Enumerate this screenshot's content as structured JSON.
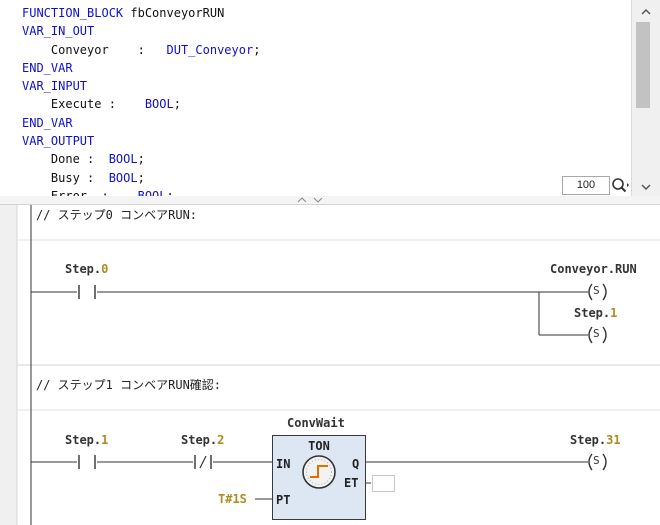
{
  "declaration": {
    "lines": [
      {
        "kw": "FUNCTION_BLOCK",
        "rest": " fbConveyorRUN"
      },
      {
        "kw": "VAR_IN_OUT",
        "rest": ""
      },
      {
        "txt": "    Conveyor    :   ",
        "kw2": "DUT_Conveyor",
        "tail": ";"
      },
      {
        "kw": "END_VAR",
        "rest": ""
      },
      {
        "kw": "VAR_INPUT",
        "rest": ""
      },
      {
        "txt": "    Execute :    ",
        "kw2": "BOOL",
        "tail": ";"
      },
      {
        "kw": "END_VAR",
        "rest": ""
      },
      {
        "kw": "VAR_OUTPUT",
        "rest": ""
      },
      {
        "txt": "    Done :  ",
        "kw2": "BOOL",
        "tail": ";"
      },
      {
        "txt": "    Busy :  ",
        "kw2": "BOOL",
        "tail": ";"
      },
      {
        "txt": "    Error  :    ",
        "kw2": "BOOL",
        "tail": ";"
      }
    ],
    "zoom": "100"
  },
  "network0": {
    "comment": "// ステップ0 コンベアRUN:",
    "contact_label": "Step.",
    "contact_num": "0",
    "coil1_label": "Conveyor.RUN",
    "coil2_label": "Step.",
    "coil2_num": "1",
    "coil_symbol": "S"
  },
  "network1": {
    "comment": "// ステップ1 コンベアRUN確認:",
    "contact1_label": "Step.",
    "contact1_num": "1",
    "contact2_label": "Step.",
    "contact2_num": "2",
    "instance": "ConvWait",
    "block_type": "TON",
    "pin_in": "IN",
    "pin_pt": "PT",
    "pin_q": "Q",
    "pin_et": "ET",
    "pt_value": "T#1S",
    "coil_label": "Step.",
    "coil_num": "31",
    "coil_symbol": "S"
  }
}
